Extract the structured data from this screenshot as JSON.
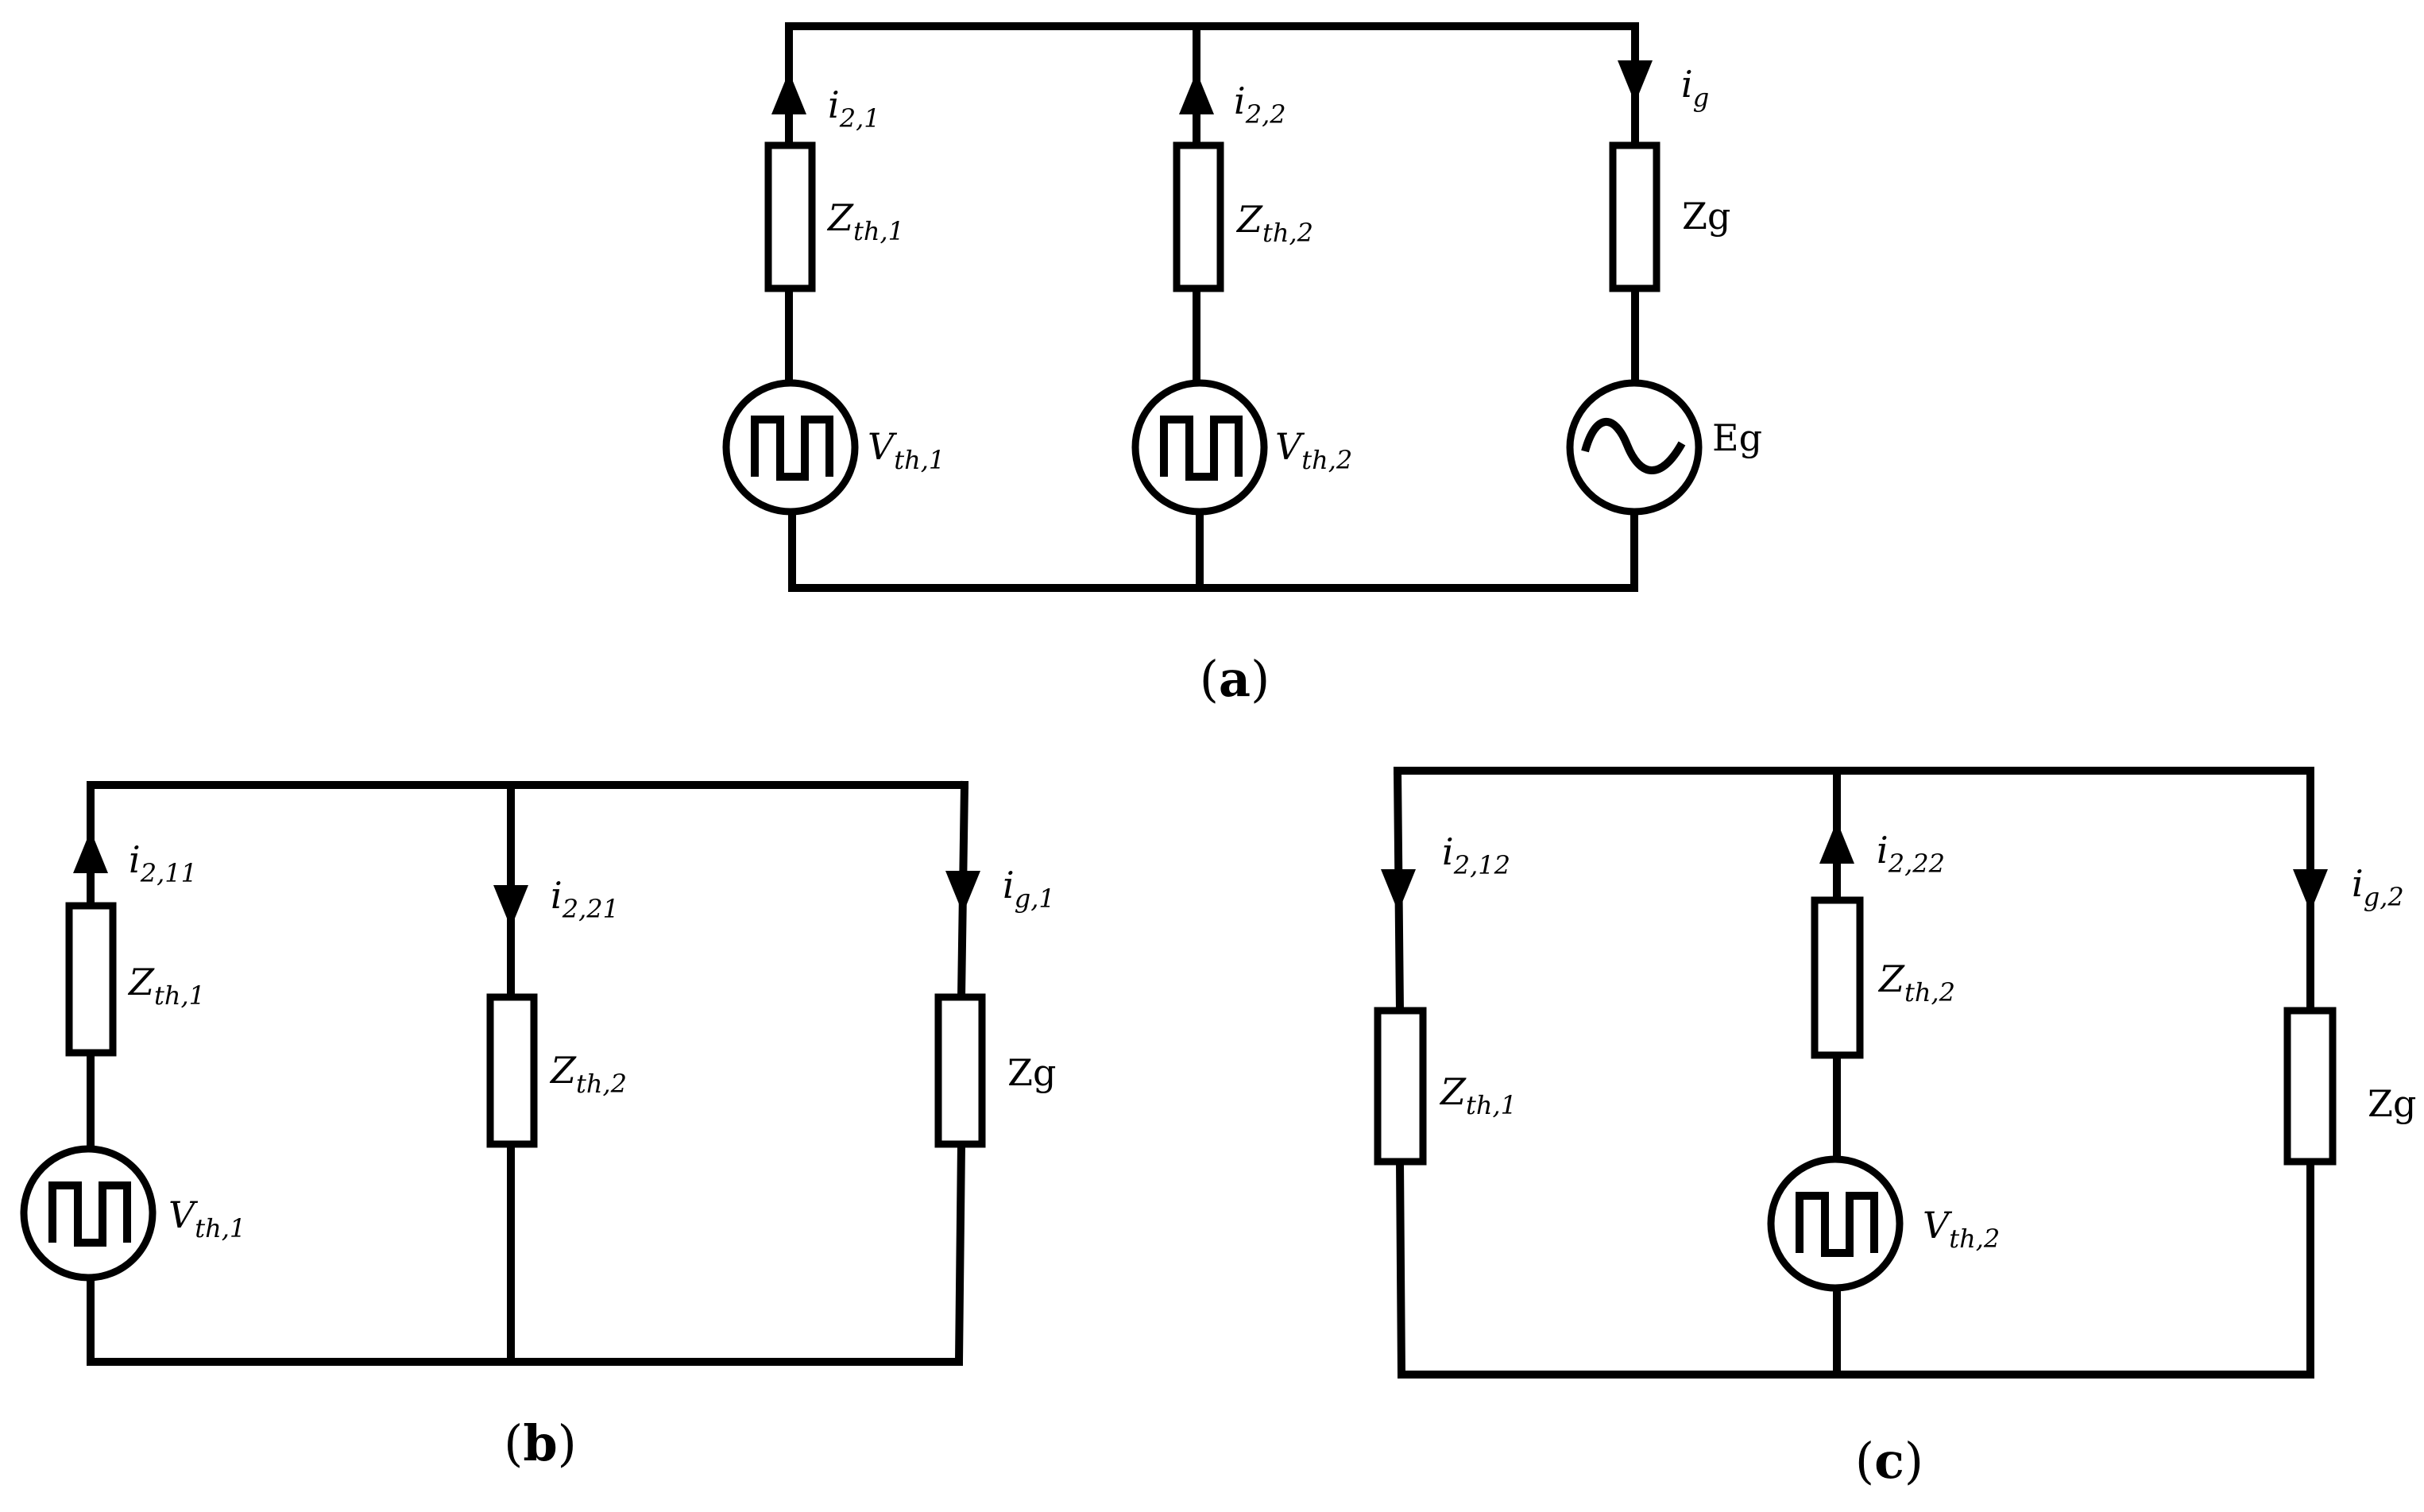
{
  "panel_a": {
    "caption_letter": "a",
    "i21": {
      "main": "i",
      "sub": "2,1"
    },
    "i22": {
      "main": "i",
      "sub": "2,2"
    },
    "ig": {
      "main": "i",
      "sub": "g"
    },
    "zth1": {
      "main": "Z",
      "sub": "th,1"
    },
    "zth2": {
      "main": "Z",
      "sub": "th,2"
    },
    "zg": "Zg",
    "vth1": {
      "main": "V",
      "sub": "th,1"
    },
    "vth2": {
      "main": "V",
      "sub": "th,2"
    },
    "eg": "Eg"
  },
  "panel_b": {
    "caption_letter": "b",
    "i211": {
      "main": "i",
      "sub": "2,11"
    },
    "i221": {
      "main": "i",
      "sub": "2,21"
    },
    "ig1": {
      "main": "i",
      "sub": "g,1"
    },
    "zth1": {
      "main": "Z",
      "sub": "th,1"
    },
    "zth2": {
      "main": "Z",
      "sub": "th,2"
    },
    "zg": "Zg",
    "vth1": {
      "main": "V",
      "sub": "th,1"
    }
  },
  "panel_c": {
    "caption_letter": "c",
    "i212": {
      "main": "i",
      "sub": "2,12"
    },
    "i222": {
      "main": "i",
      "sub": "2,22"
    },
    "ig2": {
      "main": "i",
      "sub": "g,2"
    },
    "zth1": {
      "main": "Z",
      "sub": "th,1"
    },
    "zth2": {
      "main": "Z",
      "sub": "th,2"
    },
    "zg": "Zg",
    "vth2": {
      "main": "V",
      "sub": "th,2"
    }
  },
  "caption_open": "(",
  "caption_close": ")",
  "icons": {
    "square_wave_source": "square-wave-source-icon",
    "ac_source": "ac-sine-source-icon",
    "resistor": "impedance-box-icon"
  }
}
